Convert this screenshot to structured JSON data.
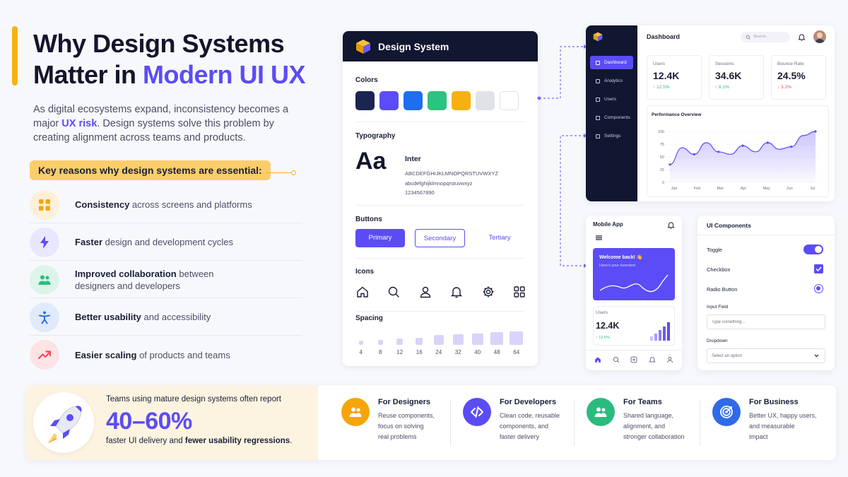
{
  "header": {
    "title_line1": "Why Design Systems",
    "title_line2_prefix": "Matter in ",
    "title_line2_highlight": "Modern UI UX",
    "intro_part1": "As digital ecosystems expand, inconsistency becomes a major ",
    "intro_highlight": "UX risk",
    "intro_part2": ". Design systems solve this problem by creating alignment across teams and products."
  },
  "reasons_title": "Key reasons why design systems are essential:",
  "reasons": [
    {
      "bold": "Consistency",
      "rest": " across screens and platforms",
      "icon": "grid-icon",
      "color": "#f5a50a",
      "bg": "#fdf0d8"
    },
    {
      "bold": "Faster",
      "rest": " design and development cycles",
      "icon": "lightning-icon",
      "color": "#5b4cf5",
      "bg": "#e9e7fd"
    },
    {
      "bold": "Improved collaboration",
      "rest": " between designers and developers",
      "icon": "people-icon",
      "color": "#2bbb7e",
      "bg": "#dcf5ea"
    },
    {
      "bold": "Better usability",
      "rest": " and accessibility",
      "icon": "accessibility-icon",
      "color": "#2f6be8",
      "bg": "#e0eafc"
    },
    {
      "bold": "Easier scaling",
      "rest": " of products and teams",
      "icon": "trend-up-icon",
      "color": "#ef4a5b",
      "bg": "#fde3e6"
    }
  ],
  "design_system": {
    "title": "Design System",
    "colors_label": "Colors",
    "colors": [
      "#1b2552",
      "#5b4cf5",
      "#1f6ef2",
      "#2cc27f",
      "#f7b00f",
      "#e0e2e8",
      "#ffffff"
    ],
    "typography_label": "Typography",
    "type_sample": "Aa",
    "font_name": "Inter",
    "upper": "ABCDEFGHIJKLMNOPQRSTUVWXYZ",
    "lower": "abcdefghijklmnopqrstuvwxyz",
    "digits": "1234567890",
    "buttons_label": "Buttons",
    "btn_primary": "Primary",
    "btn_secondary": "Secondary",
    "btn_tertiary": "Tertiary",
    "icons_label": "Icons",
    "icons": [
      "home-icon",
      "search-icon",
      "user-icon",
      "bell-icon",
      "gear-icon",
      "apps-icon"
    ],
    "spacing_label": "Spacing",
    "spacing": [
      4,
      8,
      12,
      16,
      24,
      32,
      40,
      48,
      64
    ]
  },
  "dashboard": {
    "title": "Dashboard",
    "search_placeholder": "Search...",
    "nav": [
      "Dashboard",
      "Analytics",
      "Users",
      "Components",
      "Settings"
    ],
    "stats": [
      {
        "label": "Users",
        "value": "12.4K",
        "change": "↑ 12.5%",
        "up": true
      },
      {
        "label": "Sessions",
        "value": "34.6K",
        "change": "↑ 8.1%",
        "up": true
      },
      {
        "label": "Bounce Rate",
        "value": "24.5%",
        "change": "↓ 3.2%",
        "up": false
      }
    ],
    "chart_title": "Performance Overview",
    "y_ticks": [
      "100",
      "75",
      "50",
      "25",
      "0"
    ],
    "months": [
      "Jan",
      "Feb",
      "Mar",
      "Apr",
      "May",
      "Jun",
      "Jul"
    ]
  },
  "mobile": {
    "title": "Mobile App",
    "welcome": "Welcome back! 👋",
    "overview": "Here's your overview",
    "users_label": "Users",
    "users_value": "12.4K",
    "users_change": "↑ 12.5%"
  },
  "ui_components": {
    "title": "UI Components",
    "toggle": "Toggle",
    "checkbox": "Checkbox",
    "radio": "Radio Button",
    "input_label": "Input Field",
    "input_placeholder": "Type something...",
    "dropdown_label": "Dropdown",
    "dropdown_value": "Select an option"
  },
  "bottom": {
    "report": "Teams using mature design systems often report",
    "range": "40–60%",
    "faster": "faster UI delivery",
    "and": " and ",
    "fewer": "fewer usability regressions",
    "period": ".",
    "audiences": [
      {
        "title": "For Designers",
        "desc": [
          "Reuse components,",
          "focus on solving",
          "real problems"
        ],
        "color": "#f5a50a",
        "icon": "people-icon"
      },
      {
        "title": "For Developers",
        "desc": [
          "Clean code, reusable",
          "components, and",
          "faster delivery"
        ],
        "color": "#5b4cf5",
        "icon": "code-icon"
      },
      {
        "title": "For Teams",
        "desc": [
          "Shared language,",
          "alignment, and",
          "stronger collaboration"
        ],
        "color": "#2bbb7e",
        "icon": "people-icon"
      },
      {
        "title": "For Business",
        "desc": [
          "Better UX, happy users,",
          "and measurable",
          "impact"
        ],
        "color": "#2f6be8",
        "icon": "target-icon"
      }
    ]
  }
}
